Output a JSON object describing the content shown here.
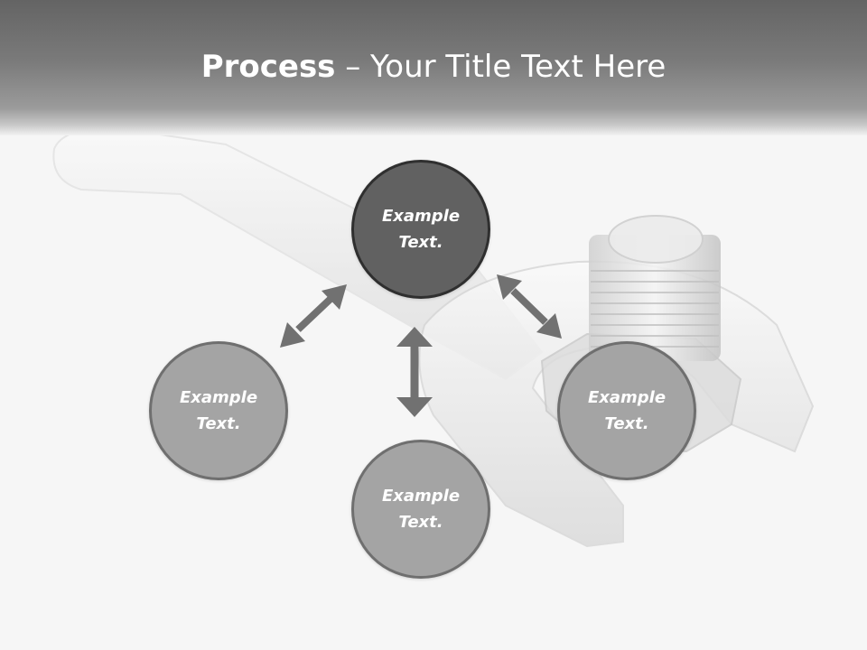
{
  "header": {
    "title_bold": "Process",
    "title_rest": " – Your Title Text Here"
  },
  "nodes": {
    "top": {
      "label": "Example\nText."
    },
    "left": {
      "label": "Example\nText."
    },
    "right": {
      "label": "Example\nText."
    },
    "bottom": {
      "label": "Example\nText."
    }
  },
  "colors": {
    "header": "#6e6e6e",
    "node_center": "#616161",
    "node_gray": "#a4a4a4",
    "arrow": "#717171"
  },
  "background_image": "wrench-and-bolt-photo"
}
